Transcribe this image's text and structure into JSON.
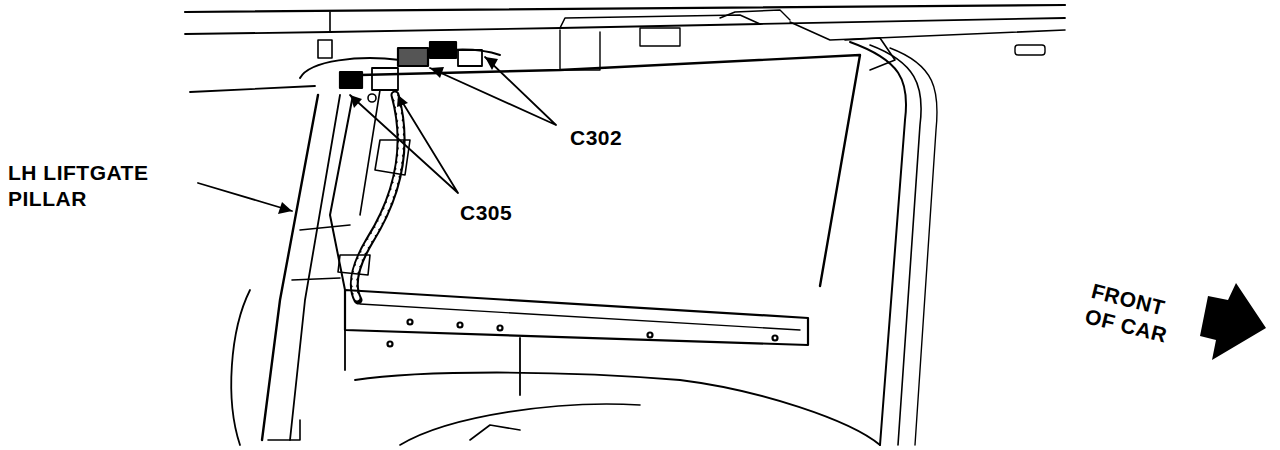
{
  "diagram": {
    "labels": [
      "LH LIFTGATE PILLAR",
      "C302",
      "C305",
      "FRONT OF CAR"
    ]
  }
}
